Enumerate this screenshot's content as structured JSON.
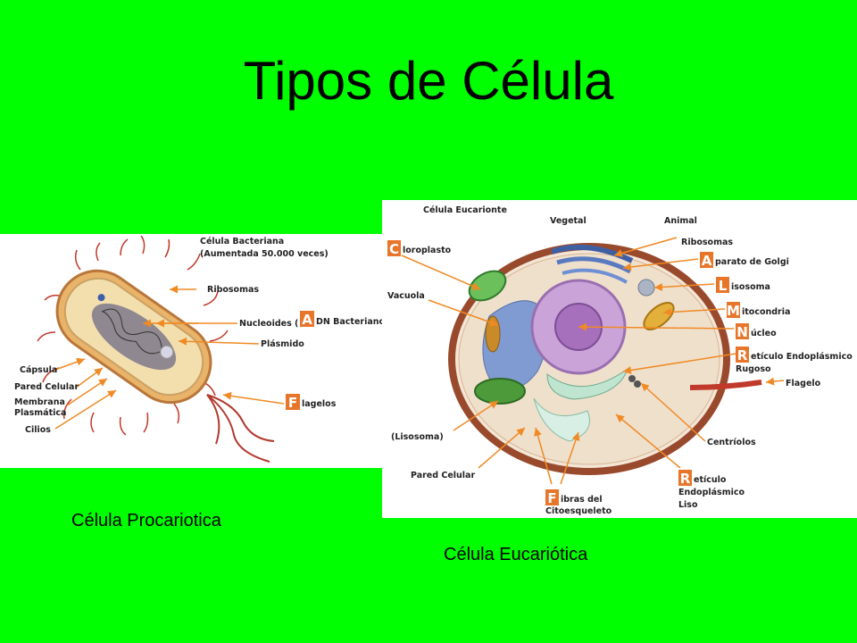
{
  "slide": {
    "title": "Tipos de Célula",
    "background_color": "#00ff00"
  },
  "prokaryote": {
    "caption": "Célula Procariotica",
    "heading_line1": "Célula Bacteriana",
    "heading_line2": "(Aumentada 50.000 veces)",
    "labels": {
      "ribosomas": "Ribosomas",
      "nucleoides": "Nucleoides (",
      "adn_letter": "A",
      "adn_rest": "DN Bacteriano )",
      "plasmido": "Plásmido",
      "flagelos_letter": "F",
      "flagelos_rest": "lagelos",
      "capsula": "Cápsula",
      "pared": "Pared Celular",
      "membrana1": "Membrana",
      "membrana2": "Plasmática",
      "cilios": "Cilios"
    }
  },
  "eukaryote": {
    "caption": "Célula Eucariótica",
    "heading": "Célula Eucarionte",
    "col_vegetal": "Vegetal",
    "col_animal": "Animal",
    "labels": {
      "cloroplasto_letter": "C",
      "cloroplasto_rest": "loroplasto",
      "vacuola": "Vacuola",
      "lisosoma_paren": "(Lisosoma)",
      "pared": "Pared Celular",
      "fibras_letter": "F",
      "fibras_rest": "ibras del",
      "fibras2": "Citoesqueleto",
      "ribosomas": "Ribosomas",
      "golgi_letter": "A",
      "golgi_rest": "parato de Golgi",
      "lisosoma_letter": "L",
      "lisosoma_rest": "isosoma",
      "mito_letter": "M",
      "mito_rest": "itocondria",
      "nucleo_letter": "N",
      "nucleo_rest": "úcleo",
      "rer_letter": "R",
      "rer_rest": "etículo Endoplásmico",
      "rer2": "Rugoso",
      "flagelo": "Flagelo",
      "centriolos": "Centríolos",
      "rel_letter": "R",
      "rel_rest": "etículo",
      "rel2": "Endoplásmico",
      "rel3": "Liso"
    }
  }
}
